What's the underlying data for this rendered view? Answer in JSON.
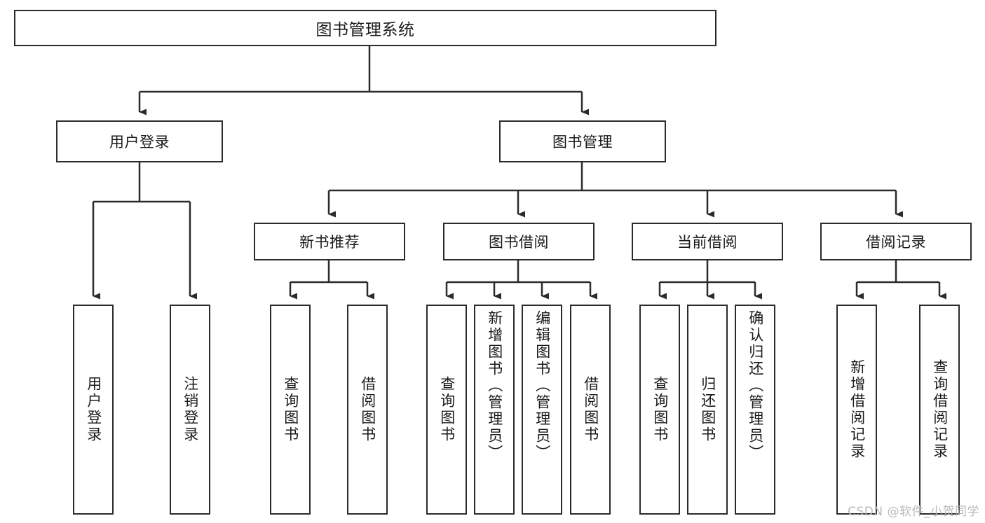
{
  "diagram": {
    "title": "图书管理系统",
    "watermark": "CSDN @软件_小贺同学",
    "root": {
      "label": "图书管理系统"
    },
    "level1": [
      {
        "label": "用户登录"
      },
      {
        "label": "图书管理"
      }
    ],
    "level2": [
      {
        "label": "新书推荐"
      },
      {
        "label": "图书借阅"
      },
      {
        "label": "当前借阅"
      },
      {
        "label": "借阅记录"
      }
    ],
    "leaves": {
      "user_login": [
        {
          "label": "用户登录"
        },
        {
          "label": "注销登录"
        }
      ],
      "new_book_recommend": [
        {
          "label": "查询图书"
        },
        {
          "label": "借阅图书"
        }
      ],
      "book_borrow": [
        {
          "label": "查询图书"
        },
        {
          "label": "新增图书（管理员）"
        },
        {
          "label": "编辑图书（管理员）"
        },
        {
          "label": "借阅图书"
        }
      ],
      "current_borrow": [
        {
          "label": "查询图书"
        },
        {
          "label": "归还图书"
        },
        {
          "label": "确认归还（管理员）"
        }
      ],
      "borrow_record": [
        {
          "label": "新增借阅记录"
        },
        {
          "label": "查询借阅记录"
        }
      ]
    }
  },
  "colors": {
    "stroke": "#2b2b2b",
    "background": "#ffffff",
    "text": "#1a1a1a",
    "watermark": "#b9b9b9"
  }
}
